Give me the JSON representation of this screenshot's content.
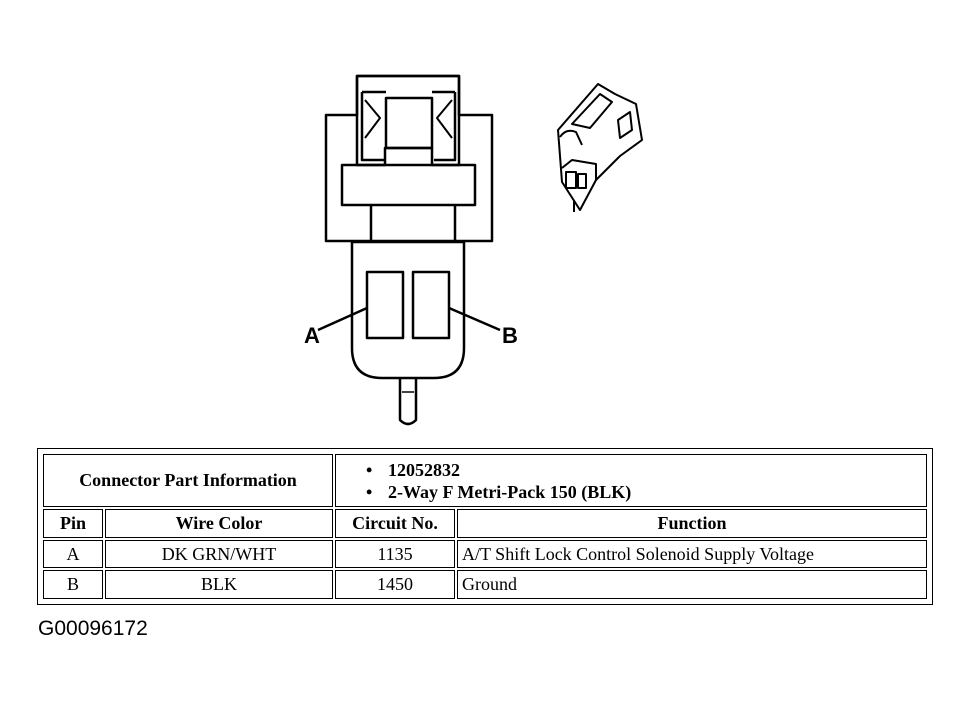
{
  "diagram": {
    "pin_label_a": "A",
    "pin_label_b": "B"
  },
  "table": {
    "part_info_label": "Connector Part Information",
    "part_info_items": [
      "12052832",
      "2-Way F Metri-Pack 150 (BLK)"
    ],
    "headers": {
      "pin": "Pin",
      "wire_color": "Wire Color",
      "circuit_no": "Circuit No.",
      "function": "Function"
    },
    "rows": [
      {
        "pin": "A",
        "wire_color": "DK GRN/WHT",
        "circuit_no": "1135",
        "function": "A/T Shift Lock Control Solenoid Supply Voltage"
      },
      {
        "pin": "B",
        "wire_color": "BLK",
        "circuit_no": "1450",
        "function": "Ground"
      }
    ]
  },
  "figure_id": "G00096172"
}
